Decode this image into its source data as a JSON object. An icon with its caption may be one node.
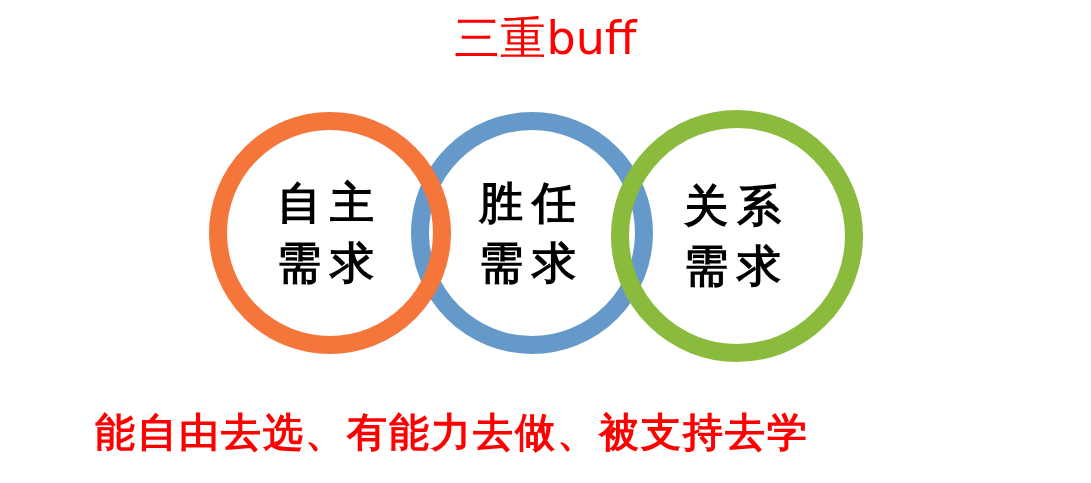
{
  "diagram": {
    "title": "三重buff",
    "nodes": [
      {
        "text": [
          "自主需求"
        ]
      },
      {
        "text": [
          "胜任需求"
        ]
      },
      {
        "text": [
          "关系需求"
        ]
      }
    ],
    "caption": "能自由去选、有能力去做、被支持去学"
  }
}
